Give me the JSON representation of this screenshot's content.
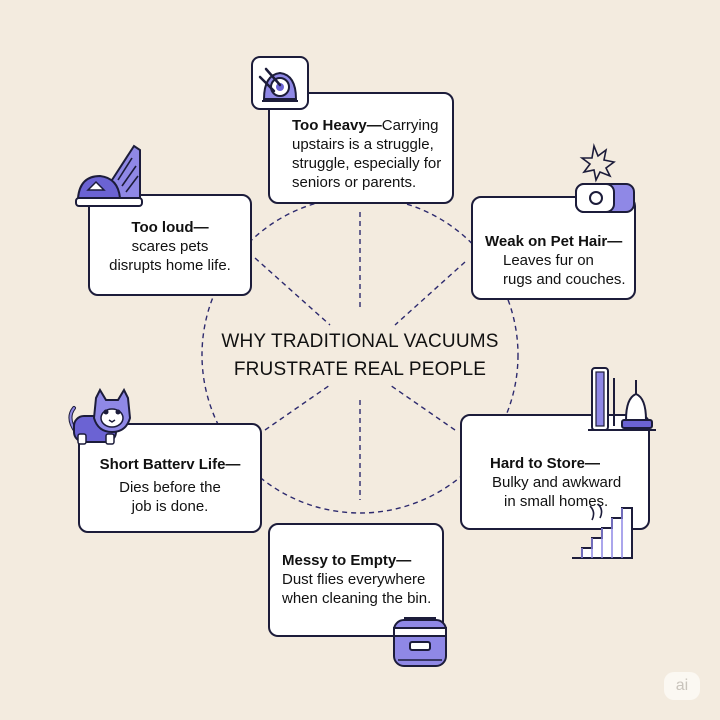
{
  "diagram": {
    "title_line1": "WHY TRADITIONAL VACUUMS",
    "title_line2": "FRUSTRATE REAL PEOPLE",
    "cards": {
      "heavy": {
        "title": "Too Heavy—",
        "lines": [
          "Carrying",
          "upstairs is a struggle,",
          "struggle, especially for",
          "seniors or parents."
        ]
      },
      "loud": {
        "title": "Too loud—",
        "lines": [
          "scares pets",
          "disrupts home life."
        ]
      },
      "pethair": {
        "title": "Weak on Pet Hair—",
        "lines": [
          "Leaves fur on",
          "rugs and couches."
        ]
      },
      "battery": {
        "title": "Short Batterv Life—",
        "lines": [
          "Dies before the",
          "job is done."
        ]
      },
      "store": {
        "title": "Hard to Store—",
        "lines": [
          "Bulky and awkward",
          "in small homes."
        ]
      },
      "empty": {
        "title": "Messy to Empty—",
        "lines": [
          "Dust flies everywhere",
          "when cleaning the bin."
        ]
      }
    },
    "icons": [
      "heavy-vacuum-icon",
      "loud-vacuum-icon",
      "pet-hair-vacuum-icon",
      "cat-icon",
      "storage-closet-icon",
      "stairs-icon",
      "dust-bin-icon"
    ],
    "colors": {
      "accent": "#6b63d3",
      "accent_light": "#8f88e6",
      "ink": "#1c1c3a",
      "background": "#f3ebdf"
    },
    "badge": "ai"
  }
}
